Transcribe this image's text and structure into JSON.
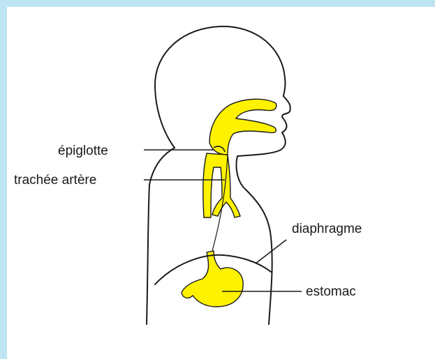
{
  "labels": {
    "epiglotte": "épiglotte",
    "trachee": "trachée artère",
    "diaphragme": "diaphragme",
    "estomac": "estomac"
  },
  "colors": {
    "frame": "#bfe4f4",
    "background": "#ffffff",
    "highlight": "#fff200",
    "outline": "#1a1a1a"
  }
}
